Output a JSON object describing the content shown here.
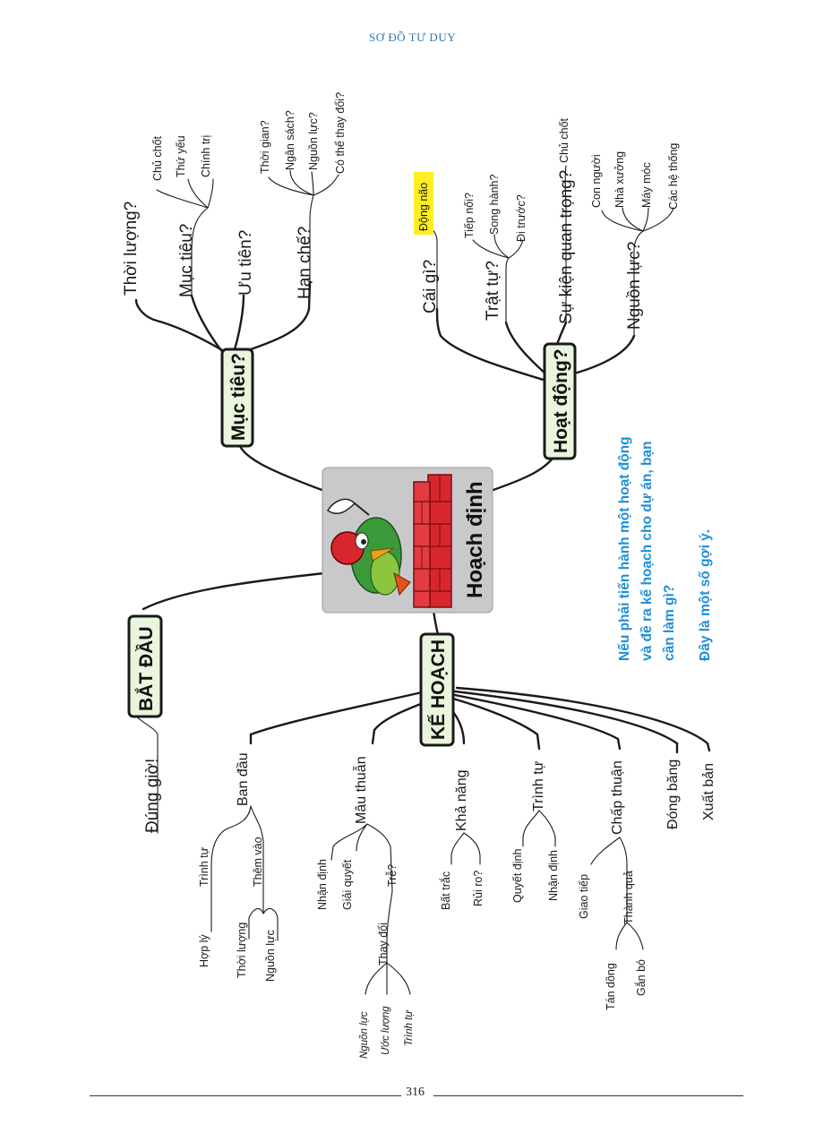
{
  "header": {
    "title": "SƠ ĐỒ TƯ DUY"
  },
  "center": {
    "label": "Hoạch định",
    "image": "bricklayer-bird-illustration"
  },
  "branches": {
    "muc_tieu": {
      "label": "Mục tiêu?",
      "children": {
        "thoi_luong": "Thời lượng?",
        "muc_tieu": {
          "label": "Mục tiêu?",
          "children": [
            "Chủ chốt",
            "Thứ yếu",
            "Chính trị"
          ]
        },
        "uu_tien": "Ưu tiên?",
        "han_che": {
          "label": "Hạn chế?",
          "children": [
            "Thời gian?",
            "Ngân sách?",
            "Nguồn lực?",
            "Có thể thay đổi?"
          ]
        }
      }
    },
    "hoat_dong": {
      "label": "Hoạt động?",
      "children": {
        "cai_gi": {
          "label": "Cái gì?",
          "children": [
            "Động não"
          ]
        },
        "trat_tu": {
          "label": "Trật tự?",
          "children": [
            "Tiếp nối?",
            "Song hành?",
            "Đi trước?"
          ]
        },
        "su_kien": {
          "label": "Sự kiện quan trọng?",
          "children": [
            "Chủ chốt"
          ]
        },
        "nguon_luc": {
          "label": "Nguồn lực?",
          "children": [
            "Con người",
            "Nhà xưởng",
            "Máy móc",
            "Các hệ thống"
          ]
        }
      }
    },
    "bat_dau": {
      "label": "BẮT ĐẦU",
      "children": {
        "dung_gio": "Đúng giờ!"
      }
    },
    "ke_hoach": {
      "label": "KẾ HOẠCH",
      "children": {
        "ban_dau": {
          "label": "Ban đầu",
          "trinh_tu": {
            "label": "Trình tự",
            "children": [
              "Hợp lý"
            ]
          },
          "them_vao": {
            "label": "Thêm vào",
            "children": [
              "Thời lượng",
              "Nguồn lực"
            ]
          }
        },
        "mau_thuan": {
          "label": "Mâu thuẫn",
          "nhan_dinh": "Nhận định",
          "giai_quyet": "Giải quyết",
          "tre": {
            "label": "Trễ?",
            "thay_doi": {
              "label": "Thay đổi",
              "children": [
                "Nguồn lực",
                "Ước lượng",
                "Trình tự"
              ]
            }
          }
        },
        "kha_nang": {
          "label": "Khả năng",
          "children": [
            "Bất trắc",
            "Rủi ro?"
          ]
        },
        "trinh_tu": {
          "label": "Trình tự",
          "children": [
            "Quyết định",
            "Nhận định"
          ]
        },
        "chap_thuan": {
          "label": "Chấp thuận",
          "giao_tiep": "Giao tiếp",
          "thanh_qua": {
            "label": "Thành quả",
            "children": [
              "Tán dồng",
              "Gắn bó"
            ]
          }
        },
        "dong_bang": "Đóng băng",
        "xuat_ban": "Xuất bản"
      }
    }
  },
  "note": {
    "lines": [
      "Nếu phải tiến hành một hoạt động",
      "và đề ra kế hoạch cho dự án, bạn",
      "cần làm gì?"
    ],
    "tip": "Đây là một số gợi ý."
  },
  "footer": {
    "page_number": "316"
  },
  "colors": {
    "header": "#2a7ab8",
    "note": "#1d8fd6",
    "box_fill": "#e9f5dc",
    "highlight": "#ffee22",
    "brick": "#d8262e"
  }
}
